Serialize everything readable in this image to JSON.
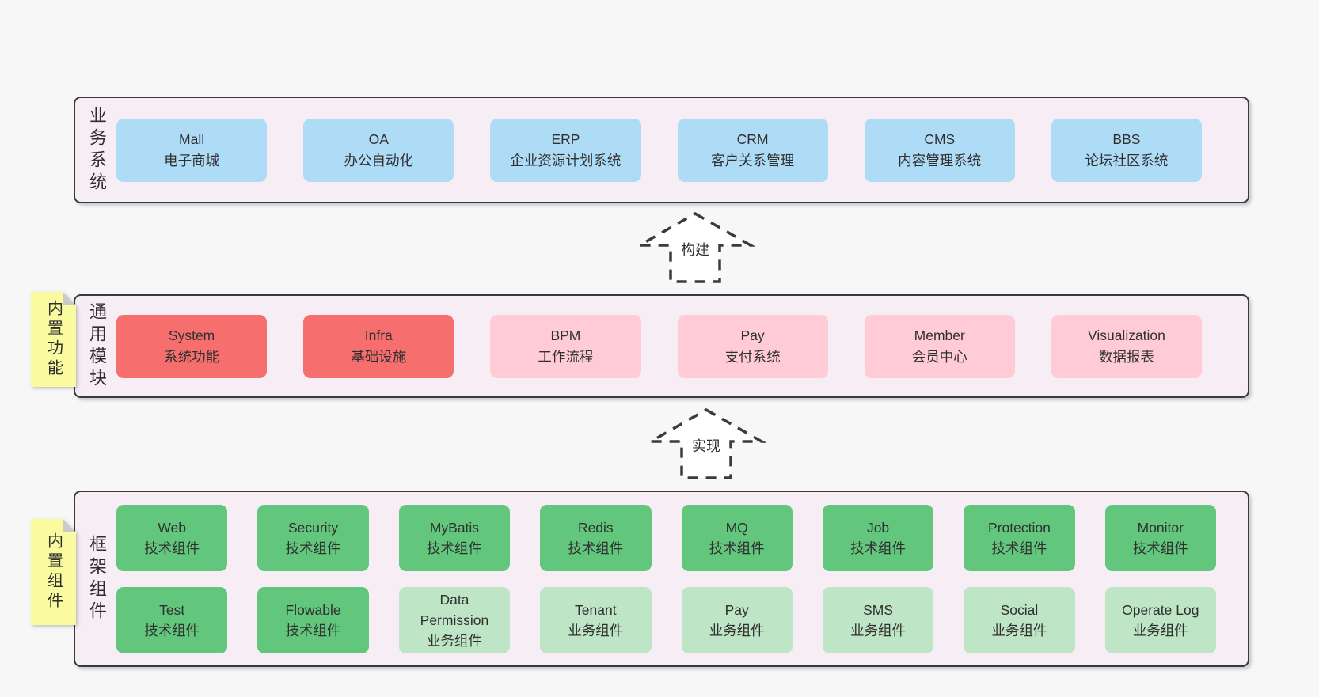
{
  "colors": {
    "page_bg": "#f7f7f7",
    "panel_bg": "#f7edf5",
    "panel_border": "#3a3a3a",
    "blue": "#aedcf7",
    "red": "#f76e6e",
    "pink": "#ffccd5",
    "green": "#62c77d",
    "light_green": "#bee5c5",
    "sticky_yellow": "#fafa9e",
    "sticky_fold": "#c9c9cb",
    "text": "#303030"
  },
  "arrows": {
    "build": "构建",
    "implement": "实现"
  },
  "business": {
    "label": "业务系统",
    "boxes": [
      {
        "name": "Mall",
        "desc": "电子商城"
      },
      {
        "name": "OA",
        "desc": "办公自动化"
      },
      {
        "name": "ERP",
        "desc": "企业资源计划系统"
      },
      {
        "name": "CRM",
        "desc": "客户关系管理"
      },
      {
        "name": "CMS",
        "desc": "内容管理系统"
      },
      {
        "name": "BBS",
        "desc": "论坛社区系统"
      }
    ]
  },
  "modules": {
    "label": "通用模块",
    "sticky": "内置功能",
    "boxes": [
      {
        "name": "System",
        "desc": "系统功能",
        "variant": "red"
      },
      {
        "name": "Infra",
        "desc": "基础设施",
        "variant": "red"
      },
      {
        "name": "BPM",
        "desc": "工作流程",
        "variant": "pink"
      },
      {
        "name": "Pay",
        "desc": "支付系统",
        "variant": "pink"
      },
      {
        "name": "Member",
        "desc": "会员中心",
        "variant": "pink"
      },
      {
        "name": "Visualization",
        "desc": "数据报表",
        "variant": "pink"
      }
    ]
  },
  "components": {
    "label": "框架组件",
    "sticky": "内置组件",
    "row1": [
      {
        "name": "Web",
        "desc": "技术组件",
        "variant": "green"
      },
      {
        "name": "Security",
        "desc": "技术组件",
        "variant": "green"
      },
      {
        "name": "MyBatis",
        "desc": "技术组件",
        "variant": "green"
      },
      {
        "name": "Redis",
        "desc": "技术组件",
        "variant": "green"
      },
      {
        "name": "MQ",
        "desc": "技术组件",
        "variant": "green"
      },
      {
        "name": "Job",
        "desc": "技术组件",
        "variant": "green"
      },
      {
        "name": "Protection",
        "desc": "技术组件",
        "variant": "green"
      },
      {
        "name": "Monitor",
        "desc": "技术组件",
        "variant": "green"
      }
    ],
    "row2": [
      {
        "name": "Test",
        "desc": "技术组件",
        "variant": "green"
      },
      {
        "name": "Flowable",
        "desc": "技术组件",
        "variant": "green"
      },
      {
        "name": "Data Permission",
        "desc": "业务组件",
        "variant": "light-green"
      },
      {
        "name": "Tenant",
        "desc": "业务组件",
        "variant": "light-green"
      },
      {
        "name": "Pay",
        "desc": "业务组件",
        "variant": "light-green"
      },
      {
        "name": "SMS",
        "desc": "业务组件",
        "variant": "light-green"
      },
      {
        "name": "Social",
        "desc": "业务组件",
        "variant": "light-green"
      },
      {
        "name": "Operate Log",
        "desc": "业务组件",
        "variant": "light-green"
      }
    ]
  }
}
